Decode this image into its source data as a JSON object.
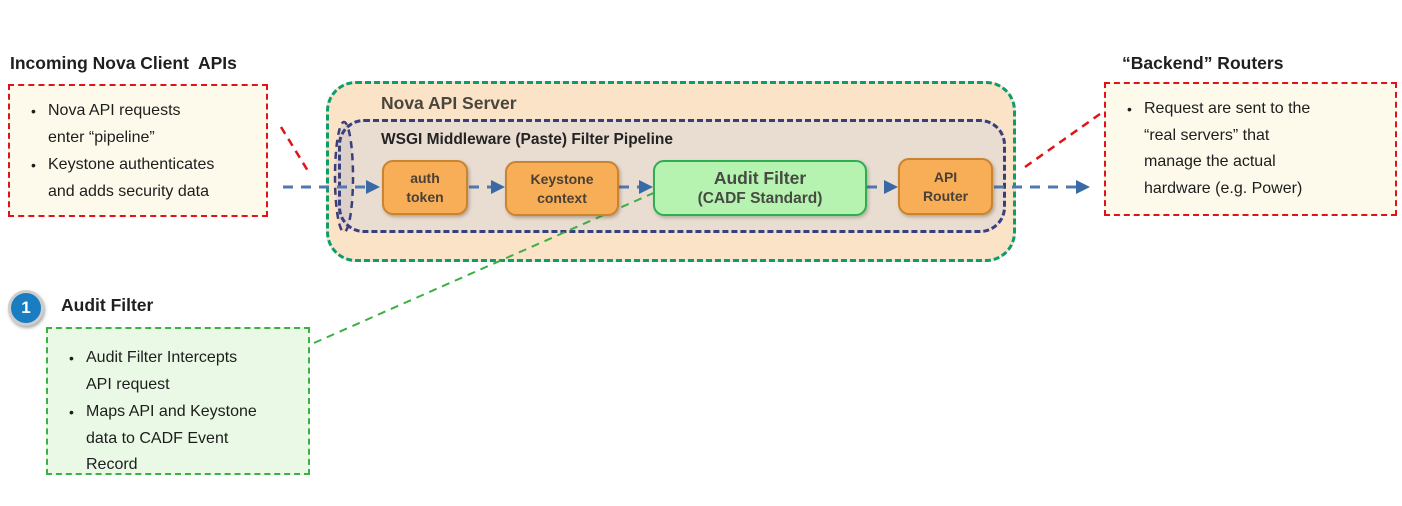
{
  "colors": {
    "server_border_green": "#0b9d6c",
    "server_fill_peach": "#fbe3c8",
    "pipeline_border_navy": "#3a3f7c",
    "pipeline_fill_tan": "#e9dcd1",
    "stage_orange_fill": "#f8ae57",
    "stage_orange_border": "#c9842f",
    "audit_green_fill": "#b7f3b0",
    "audit_green_border": "#2ead52",
    "note_red_border": "#e01418",
    "note_cream_fill": "#fdfaec",
    "note_green_fill": "#eaf9e5",
    "callout_green": "#3cb044",
    "flow_blue": "#4a76b0",
    "badge_blue": "#1a7dc1"
  },
  "left_note": {
    "title": "Incoming Nova Client  APIs",
    "bullets": [
      "Nova API requests\nenter “pipeline”",
      "Keystone authenticates\nand adds security data"
    ]
  },
  "server": {
    "title": "Nova API Server",
    "pipeline": {
      "title": "WSGI Middleware (Paste) Filter Pipeline",
      "stages": [
        {
          "name": "auth-token",
          "lines": [
            "auth",
            "token"
          ]
        },
        {
          "name": "keystone-context",
          "lines": [
            "Keystone",
            "context"
          ]
        },
        {
          "name": "audit-filter",
          "lines": [
            "Audit Filter",
            "(CADF Standard)"
          ]
        },
        {
          "name": "api-router",
          "lines": [
            "API",
            "Router"
          ]
        }
      ]
    }
  },
  "right_note": {
    "title": "“Backend” Routers",
    "bullets": [
      "Request are sent to the\n“real servers” that\nmanage the actual\nhardware (e.g. Power)"
    ]
  },
  "callout": {
    "number": "1",
    "title": "Audit Filter",
    "bullets": [
      "Audit Filter Intercepts\nAPI request",
      "Maps API and Keystone\ndata to CADF Event\nRecord"
    ]
  }
}
